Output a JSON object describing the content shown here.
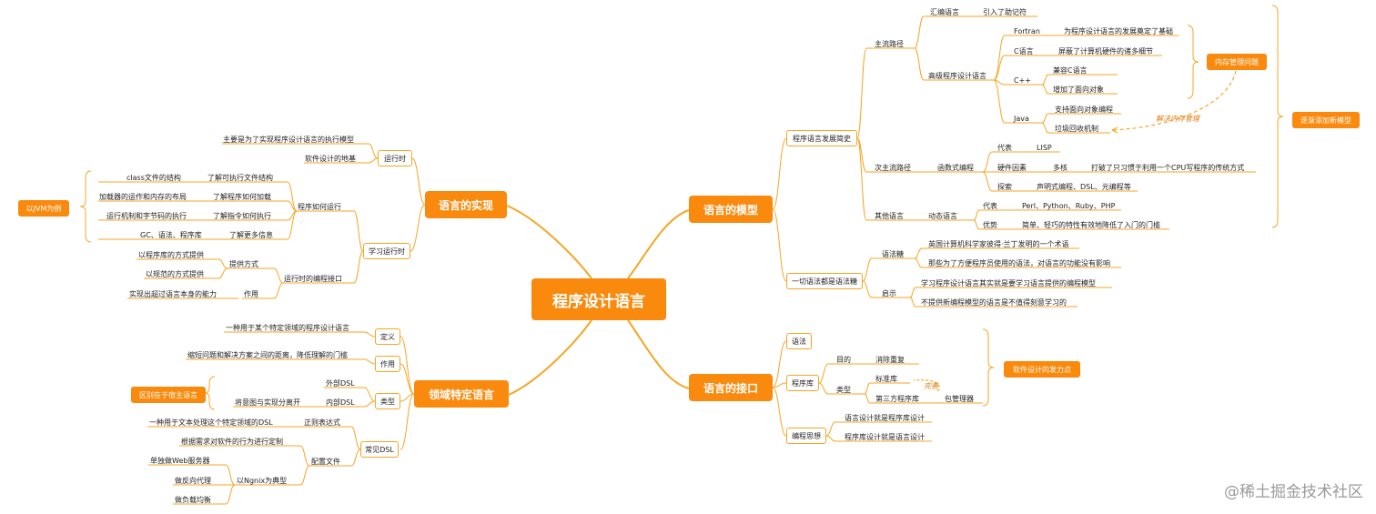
{
  "root": "程序设计语言",
  "main": {
    "impl": "语言的实现",
    "dsl": "领域特定语言",
    "model": "语言的模型",
    "interface": "语言的接口"
  },
  "impl": {
    "runtime": "运行时",
    "runtime_items": [
      "主要是为了实现程序设计语言的执行模型",
      "软件设计的地基"
    ],
    "learn": "学习运行时",
    "how_run": "程序如何运行",
    "how_run_pairs": [
      [
        "class文件的结构",
        "了解可执行文件结构"
      ],
      [
        "加载器的运作和内存的布局",
        "了解程序如何加载"
      ],
      [
        "运行机制和字节码的执行",
        "了解指令如何执行"
      ],
      [
        "GC、语法、程序库",
        "了解更多信息"
      ]
    ],
    "jvm_summary": "以JVM为例",
    "runtime_api": "运行时的编程接口",
    "provide": "提供方式",
    "provide_items": [
      "以程序库的方式提供",
      "以规范的方式提供"
    ],
    "usage": "作用",
    "usage_item": "实现出超过语言本身的能力"
  },
  "dsl": {
    "def": "定义",
    "def_text": "一种用于某个特定领域的程序设计语言",
    "role": "作用",
    "role_text": "缩短问题和解决方案之间的距离，降低理解的门槛",
    "type": "类型",
    "external": "外部DSL",
    "internal": "内部DSL",
    "internal_text": "将意图与实现分离开",
    "host_summary": "区别在于宿主语言",
    "common": "常见DSL",
    "regex": "正则表达式",
    "regex_text": "一种用于文本处理这个特定领域的DSL",
    "config": "配置文件",
    "config_text": "根据需求对软件的行为进行定制",
    "nginx": "以Ngnix为典型",
    "nginx_items": [
      "单独做Web服务器",
      "做反向代理",
      "做负载均衡"
    ]
  },
  "model": {
    "history": "程序语言发展简史",
    "mainstream": "主流路径",
    "asm": "汇编语言",
    "asm_text": "引入了助记符",
    "hll": "高级程序设计语言",
    "fortran": "Fortran",
    "fortran_text": "为程序设计语言的发展奠定了基础",
    "c": "C语言",
    "c_text": "屏蔽了计算机硬件的诸多细节",
    "cpp": "C++",
    "cpp_items": [
      "兼容C语言",
      "增加了面向对象"
    ],
    "java": "Java",
    "java_items": [
      "支持面向对象编程",
      "垃圾回收机制"
    ],
    "mem_summary": "内存管理问题",
    "solve_label": "解决内存管理",
    "new_model_summary": "逐渐添加新模型",
    "secondary": "次主流路径",
    "fp": "函数式编程",
    "fp_rep": "代表",
    "fp_rep_text": "LISP",
    "fp_factor": "硬件因素",
    "fp_multicore": "多核",
    "fp_multicore_text": "打破了只习惯于利用一个CPU写程序的传统方式",
    "fp_explore": "探索",
    "fp_explore_text": "声明式编程、DSL、元编程等",
    "other": "其他语言",
    "dynamic": "动态语言",
    "dyn_rep": "代表",
    "dyn_rep_text": "Perl、Python、Ruby、PHP",
    "dyn_adv": "优势",
    "dyn_adv_text": "简单、轻巧的特性有效地降低了入门的门槛",
    "sugar": "一切语法都是语法糖",
    "sugar_sub": "语法糖",
    "sugar_items": [
      "英国计算机科学家彼得·兰丁发明的一个术语",
      "那些为了方便程序员使用的语法，对语言的功能没有影响"
    ],
    "insight": "启示",
    "insight_items": [
      "学习程序设计语言其实就是要学习语言提供的编程模型",
      "不提供新编程模型的语言是不值得刻意学习的"
    ]
  },
  "interface": {
    "syntax": "语法",
    "lib": "程序库",
    "purpose": "目的",
    "purpose_text": "消除重复",
    "kind": "类型",
    "std": "标准库",
    "third": "第三方程序库",
    "pkg": "包管理器",
    "complement": "完善",
    "design_summary": "软件设计的发力点",
    "thinking": "编程思想",
    "thinking_items": [
      "语言设计就是程序库设计",
      "程序库设计就是语言设计"
    ]
  },
  "watermark": "@稀土掘金技术社区",
  "colors": {
    "accent": "#f98a0d",
    "line": "#f5a623",
    "text": "#1f1f1f"
  }
}
